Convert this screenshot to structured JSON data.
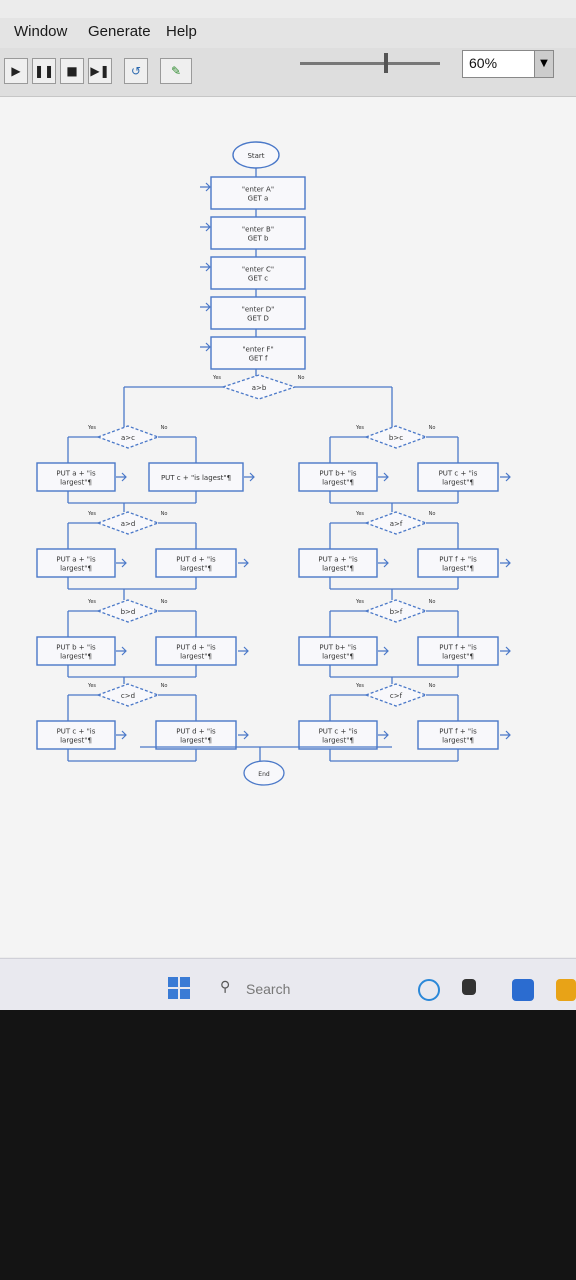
{
  "menu": {
    "items": [
      "Window",
      "Generate",
      "Help"
    ]
  },
  "toolbar": {
    "buttons": [
      "play",
      "pause",
      "stop",
      "step",
      "reset",
      "pen"
    ],
    "speed_level": 0.6,
    "zoom": "60%"
  },
  "flowchart": {
    "start": "Start",
    "inputs": [
      [
        "\"enter A\"",
        "GET a"
      ],
      [
        "\"enter B\"",
        "GET b"
      ],
      [
        "\"enter C\"",
        "GET c"
      ],
      [
        "\"enter D\"",
        "GET D"
      ],
      [
        "\"enter F\"",
        "GET f"
      ]
    ],
    "yes": "Yes",
    "no": "No",
    "root_condition": "a>b",
    "level2": [
      {
        "condition": "a>c",
        "yes_box": [
          "PUT a + \"is",
          "largest\"¶"
        ],
        "no_box": [
          "PUT c + \"is lagest\"¶"
        ]
      },
      {
        "condition": "b>c",
        "yes_box": [
          "PUT b+ \"is",
          "largest\"¶"
        ],
        "no_box": [
          "PUT c + \"is",
          "largest\"¶"
        ]
      }
    ],
    "level3": [
      {
        "condition": "a>d",
        "yes_box": [
          "PUT a + \"is",
          "largest\"¶"
        ],
        "no_box": [
          "PUT d + \"is",
          "largest\"¶"
        ]
      },
      {
        "condition": "a>f",
        "yes_box": [
          "PUT a + \"is",
          "largest\"¶"
        ],
        "no_box": [
          "PUT f + \"is",
          "largest\"¶"
        ]
      }
    ],
    "level4": [
      {
        "condition": "b>d",
        "yes_box": [
          "PUT b + \"is",
          "largest\"¶"
        ],
        "no_box": [
          "PUT d + \"is",
          "largest\"¶"
        ]
      },
      {
        "condition": "b>f",
        "yes_box": [
          "PUT b+ \"is",
          "largest\"¶"
        ],
        "no_box": [
          "PUT f + \"is",
          "largest\"¶"
        ]
      }
    ],
    "level5": [
      {
        "condition": "c>d",
        "yes_box": [
          "PUT c + \"is",
          "largest\"¶"
        ],
        "no_box": [
          "PUT d + \"is",
          "largest\"¶"
        ]
      },
      {
        "condition": "c>f",
        "yes_box": [
          "PUT c + \"is",
          "largest\"¶"
        ],
        "no_box": [
          "PUT f + \"is",
          "largest\"¶"
        ]
      }
    ],
    "end": "End"
  },
  "taskbar": {
    "search_label": "Search"
  },
  "colors": {
    "flow": "#4a78c8",
    "canvas": "#f4f4f4",
    "taskbar": "#e9e9ef",
    "accent": "#3a7bd5"
  }
}
